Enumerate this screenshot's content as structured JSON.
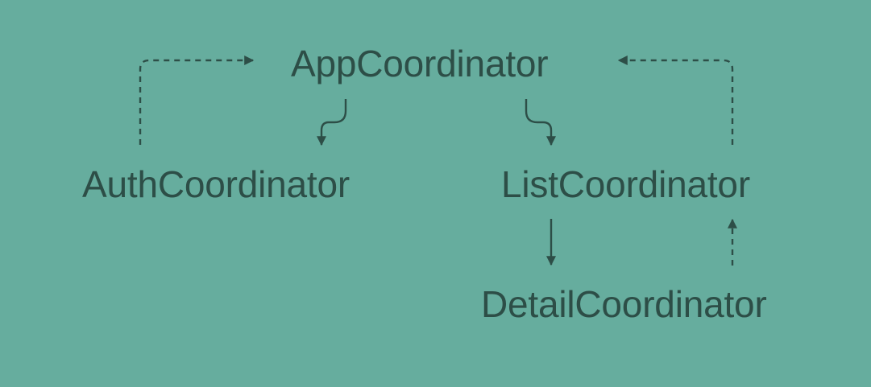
{
  "background_color": "#66ad9e",
  "line_color": "#2d4e47",
  "nodes": {
    "app": "AppCoordinator",
    "auth": "AuthCoordinator",
    "list": "ListCoordinator",
    "detail": "DetailCoordinator"
  },
  "edges": [
    {
      "from": "app",
      "to": "auth",
      "style": "solid"
    },
    {
      "from": "app",
      "to": "list",
      "style": "solid"
    },
    {
      "from": "auth",
      "to": "app",
      "style": "dashed"
    },
    {
      "from": "list",
      "to": "app",
      "style": "dashed"
    },
    {
      "from": "list",
      "to": "detail",
      "style": "solid"
    },
    {
      "from": "detail",
      "to": "list",
      "style": "dashed"
    }
  ]
}
